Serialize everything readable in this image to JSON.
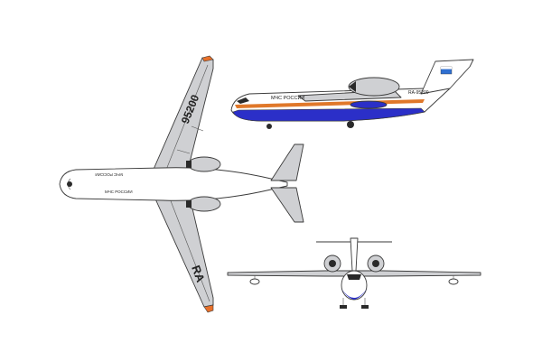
{
  "aircraft": {
    "wing_registration": "95200",
    "wing_prefix": "RA",
    "fuselage_title": "МЧС РОССИИ",
    "fuselage_registration": "RA-95200",
    "top_view_title_left": "МЧС РОССИИ",
    "top_view_title_right": "МЧС РОССИИ"
  },
  "colors": {
    "body_white": "#ffffff",
    "panel_grey": "#cfd0d3",
    "stripe_orange": "#e0782a",
    "stripe_blue": "#2b2fc8",
    "wingtip_orange": "#e8702a",
    "engine_dark": "#2a2a2a",
    "tail_flag_blue": "#2f6fd0"
  }
}
